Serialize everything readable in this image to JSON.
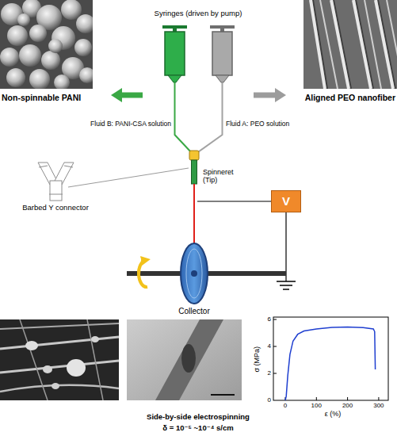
{
  "diagram": {
    "caption": "Side-by-side electrospinning",
    "nodes": [
      {
        "text": [
          "Non-spinnable PANI"
        ]
      },
      {
        "text": [
          "Syringes (driven by pump)"
        ]
      },
      {
        "text": [
          "Aligned PEO nanofiber"
        ]
      },
      {
        "text": [
          "V"
        ]
      }
    ],
    "edges": [
      {
        "from": 1,
        "to": 0,
        "arrow": "to"
      },
      {
        "from": 1,
        "to": 2,
        "arrow": "to"
      }
    ],
    "labels": [
      "Fluid B: PANI-CSA solution",
      "Fluid A: PEO solution",
      "Barbed Y connector",
      "Spinneret (Tip)",
      "Collector",
      "δ = 10⁻⁵ ~10⁻⁴ s/cm",
      "σ (MPa)",
      "ε (%)",
      "0",
      "2",
      "4",
      "6",
      "0",
      "100",
      "200",
      "300"
    ]
  }
}
